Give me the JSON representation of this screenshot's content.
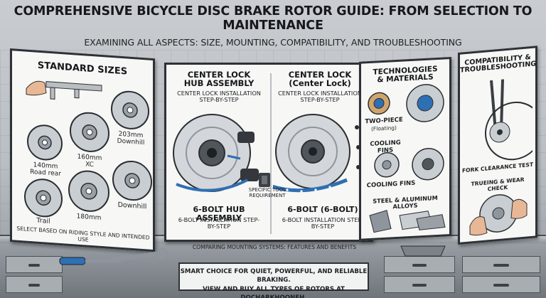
{
  "header": {
    "title": "Comprehensive Bicycle Disc Brake Rotor Guide: From Selection to Maintenance",
    "subtitle": "EXAMINING ALL ASPECTS: SIZE, MOUNTING, COMPATIBILITY, AND TROUBLESHOOTING"
  },
  "sizes_panel": {
    "heading": "Standard Sizes",
    "rotors": [
      {
        "size": "140mm",
        "use": "Road rear"
      },
      {
        "size": "160mm",
        "use": "XC"
      },
      {
        "size": "203mm",
        "use": "Downhill"
      },
      {
        "size": "",
        "use": "Trail"
      },
      {
        "size": "180mm",
        "use": ""
      },
      {
        "size": "",
        "use": "Downhill"
      }
    ],
    "caption": "Select based on riding style and intended use"
  },
  "mounting_panel": {
    "left_heading_1": "Center Lock",
    "left_heading_2": "Hub Assembly",
    "left_sub": "Center Lock Installation Step-by-Step",
    "right_heading_1": "Center Lock",
    "right_heading_2": "(Center Lock)",
    "right_sub": "Center Lock Installation Step-by-Step",
    "tool_note": "Specific Tool Requirement",
    "left_bottom_heading": "6-Bolt Hub Assembly",
    "left_bottom_sub": "6-Bolt Installation Step-by-Step",
    "right_bottom_heading": "6-Bolt (6-Bolt)",
    "right_bottom_sub": "6-Bolt Installation Step-by-Step",
    "compare_caption": "Comparing Mounting Systems: Features and Benefits"
  },
  "tech_panel": {
    "heading_1": "Technologies",
    "heading_2": "& Materials",
    "two_piece": "Two-Piece",
    "floating": "(Floating)",
    "cooling_1": "Cooling Fins",
    "cooling_2": "Cooling Fins",
    "alloys": "Steel & Aluminum Alloys"
  },
  "compat_panel": {
    "heading_1": "Compatibility &",
    "heading_2": "Troubleshooting",
    "fork_test": "Fork Clearance Test",
    "trueing": "Trueing & Wear Check"
  },
  "footer": {
    "line1": "Smart choice for quiet, powerful, and reliable braking.",
    "line2": "View and buy all types of rotors at docharkhooneh."
  },
  "colors": {
    "arrow_blue": "#2f6fb3",
    "board_border": "#2e3236",
    "steel": "#8e959c"
  }
}
